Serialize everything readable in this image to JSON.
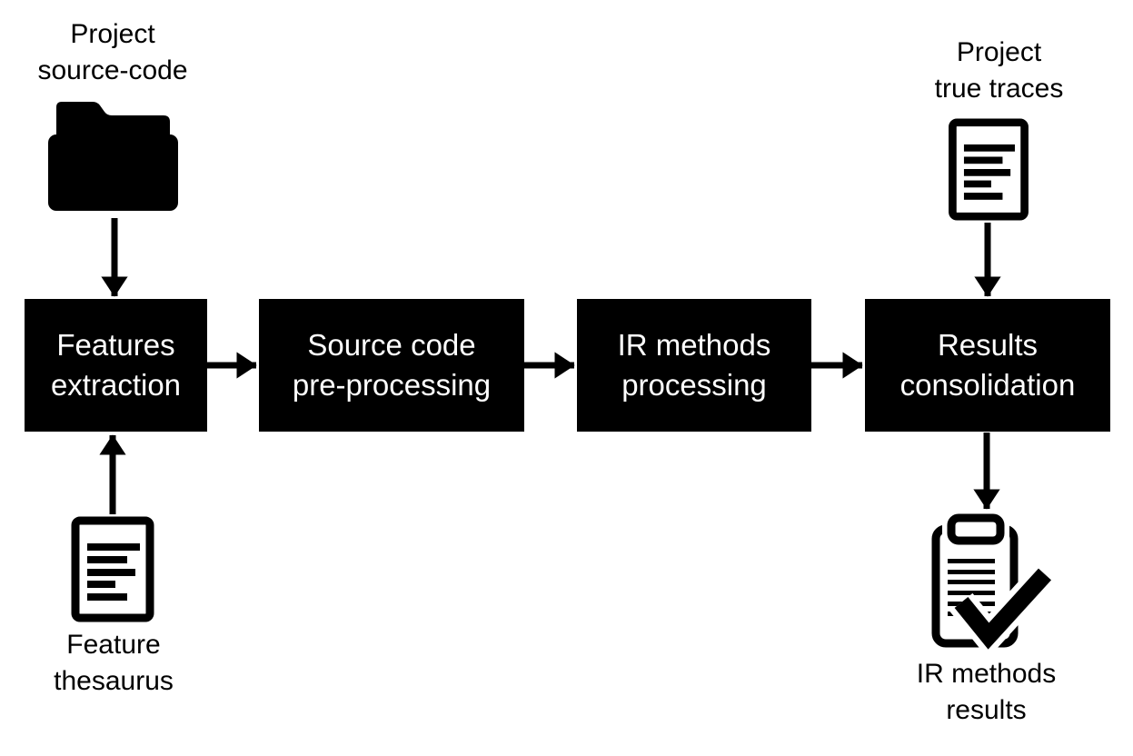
{
  "nodes": {
    "project_source_code": "Project\nsource-code",
    "project_true_traces": "Project\ntrue traces",
    "feature_thesaurus": "Feature\nthesaurus",
    "ir_methods_results": "IR methods\nresults"
  },
  "process_boxes": [
    {
      "id": "features-extraction",
      "label": "Features\nextraction"
    },
    {
      "id": "source-code-pre-processing",
      "label": "Source code\npre-processing"
    },
    {
      "id": "ir-methods-processing",
      "label": "IR methods\nprocessing"
    },
    {
      "id": "results-consolidation",
      "label": "Results\nconsolidation"
    }
  ],
  "icons": {
    "project_source_code": "folder-icon",
    "project_true_traces": "document-icon",
    "feature_thesaurus": "document-icon",
    "ir_methods_results": "clipboard-check-icon"
  },
  "colors": {
    "background": "#ffffff",
    "box_background": "#000000",
    "box_text": "#ffffff",
    "label_text": "#000000",
    "line": "#000000"
  }
}
